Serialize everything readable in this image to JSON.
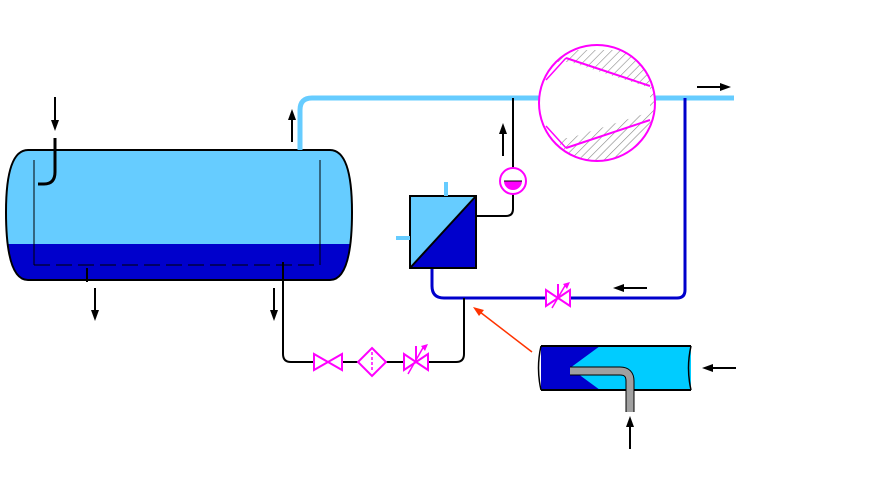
{
  "diagram": {
    "colors": {
      "background": "#ffffff",
      "vessel_vapor": "#66CCFF",
      "vessel_liquid": "#0000CC",
      "vapor_line": "#66CCFF",
      "liquid_line": "#0000CC",
      "process_line": "#000000",
      "instrument": "#FF00FF",
      "injector_body": "#00CCFF",
      "injector_nozzle": "#A0A0A0",
      "indicator_arrow": "#FF3300"
    },
    "components": [
      {
        "id": "separator-vessel",
        "symbol": "horizontal-tank-with-liquid-level"
      },
      {
        "id": "compressor",
        "symbol": "hatched-circle-compressor"
      },
      {
        "id": "heat-exchanger",
        "symbol": "square-split-diagonal"
      },
      {
        "id": "level-gauge",
        "symbol": "circle-indicator"
      },
      {
        "id": "gate-valve",
        "symbol": "bowtie-valve"
      },
      {
        "id": "filter",
        "symbol": "diamond-filter"
      },
      {
        "id": "control-valve-lower",
        "symbol": "bowtie-valve-with-actuator"
      },
      {
        "id": "control-valve-upper",
        "symbol": "bowtie-valve-with-actuator"
      },
      {
        "id": "ejector",
        "symbol": "jet-injector"
      }
    ],
    "flow_arrows": [
      {
        "id": "feed-inlet",
        "direction": "down"
      },
      {
        "id": "vapor-outlet",
        "direction": "up"
      },
      {
        "id": "liquid-drain-left",
        "direction": "down"
      },
      {
        "id": "liquid-drain-right",
        "direction": "down"
      },
      {
        "id": "gauge-line",
        "direction": "up"
      },
      {
        "id": "compressor-discharge",
        "direction": "right"
      },
      {
        "id": "return-line",
        "direction": "left"
      },
      {
        "id": "ejector-inlet",
        "direction": "left"
      },
      {
        "id": "ejector-motive",
        "direction": "up"
      }
    ]
  }
}
